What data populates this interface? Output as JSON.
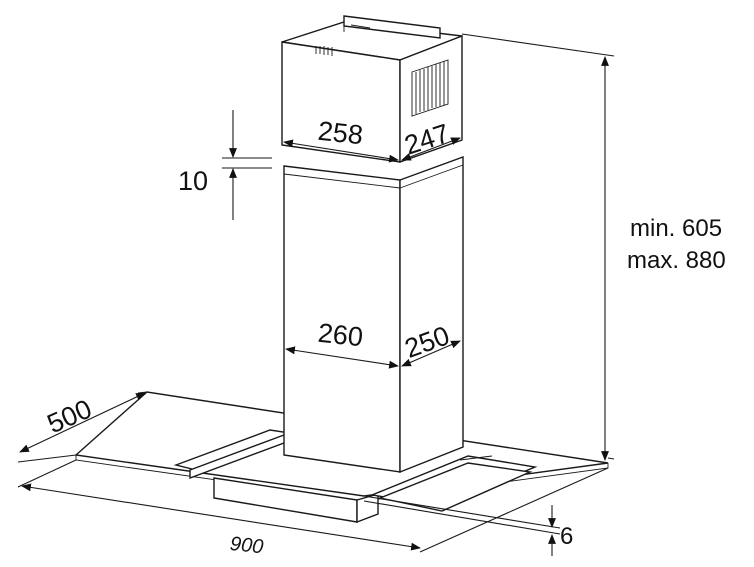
{
  "dimensions": {
    "upper_width": "258",
    "upper_depth": "247",
    "gap": "10",
    "lower_width": "260",
    "lower_depth": "250",
    "canopy_depth": "500",
    "canopy_width": "900",
    "glass_thickness": "6",
    "height_min": "min. 605",
    "height_max": "max. 880"
  }
}
